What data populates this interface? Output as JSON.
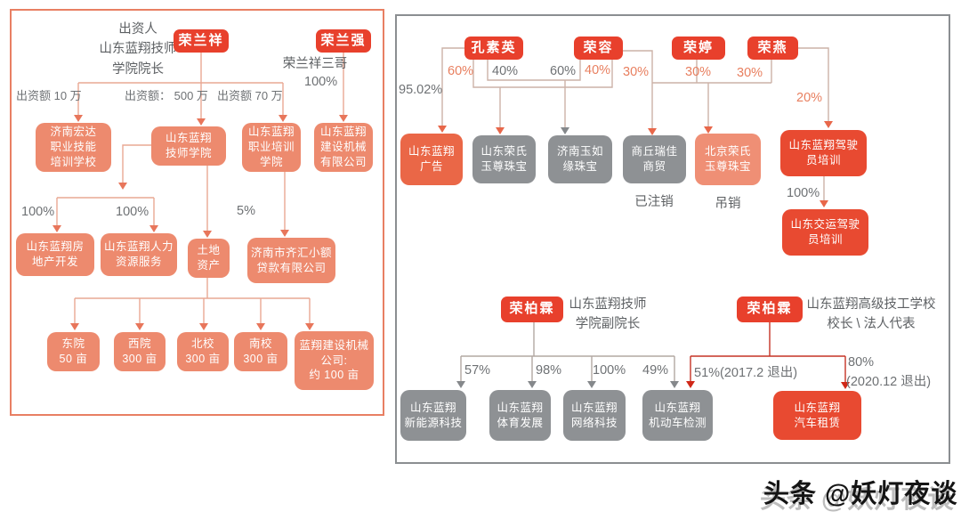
{
  "watermark": "头条 @妖灯夜谈",
  "colors": {
    "person_red": "#e8402c",
    "company_salmon": "#ed8a6e",
    "company_gray": "#8e9194",
    "company_orange": "#ea6747",
    "company_light_salmon": "#ef8f75",
    "company_red": "#e84a31",
    "left_panel_border": "#e87f63",
    "right_panel_border": "#8b8e91",
    "label_orange": "#e87f5f",
    "label_gray": "#6e7174",
    "exit_line_red": "#c53325"
  },
  "left": {
    "note": "出资人\n山东蓝翔技师\n学院院长",
    "p_ronglanxiang": "荣兰祥",
    "p_ronglanqiang": "荣兰强",
    "ronglanqiang_note": "荣兰祥三哥",
    "lbl_100_rlq": "100%",
    "lbl_contrib_10w": "出资额 10 万",
    "lbl_contrib_500w": "出资额： 500 万",
    "lbl_contrib_70w": "出资额 70 万",
    "c_hongda": "济南宏达\n职业技能\n培训学校",
    "c_jishi": "山东蓝翔\n技师学院",
    "c_zhiye": "山东蓝翔\n职业培训\n学院",
    "c_jianshe": "山东蓝翔\n建设机械\n有限公司",
    "lbl_100_a": "100%",
    "lbl_100_b": "100%",
    "lbl_5": "5%",
    "c_fangdichan": "山东蓝翔房\n地产开发",
    "c_renli": "山东蓝翔人力\n资源服务",
    "c_tudi": "土地\n资产",
    "c_qihui": "济南市齐汇小额\n贷款有限公司",
    "c_dongyuan": "东院\n50 亩",
    "c_xiyuan": "西院\n300 亩",
    "c_beixiao": "北校\n300 亩",
    "c_nanxiao": "南校\n300 亩",
    "c_jixie_land": "蓝翔建设机械\n公司:\n约 100 亩"
  },
  "right": {
    "p_kongsuying": "孔素英",
    "p_rongrong": "荣容",
    "p_rongting": "荣婷",
    "p_rongyan": "荣燕",
    "lbl_9502": "95.02%",
    "lbl_60_o": "60%",
    "lbl_40_g": "40%",
    "lbl_60_g": "60%",
    "lbl_40_o": "40%",
    "lbl_30_a": "30%",
    "lbl_30_b": "30%",
    "lbl_30_c": "30%",
    "lbl_20": "20%",
    "c_guanggao": "山东蓝翔\n广告",
    "c_rongshi": "山东荣氏\n玉尊珠宝",
    "c_yuruyuan": "济南玉如\n缘珠宝",
    "c_shangqiu": "商丘瑞佳\n商贸",
    "status_yizhuxiao": "已注销",
    "c_beijing": "北京荣氏\n玉尊珠宝",
    "status_diaoxiao": "吊销",
    "c_jiashiyuan": "山东蓝翔驾驶\n员培训",
    "lbl_100_drv": "100%",
    "c_jiaoyun": "山东交运驾驶\n员培训",
    "p_rongbolin1": "荣柏霖",
    "note_rongbolin1": "山东蓝翔技师\n学院副院长",
    "p_rongbolin2": "荣柏霖",
    "note_rongbolin2": "山东蓝翔高级技工学校\n校长 \\ 法人代表",
    "lbl_57": "57%",
    "lbl_98": "98%",
    "lbl_100_b": "100%",
    "lbl_49": "49%",
    "lbl_51_exit": "51%(2017.2 退出)",
    "lbl_80": "80%",
    "lbl_80_exit": "(2020.12 退出)",
    "c_xinnengyuan": "山东蓝翔\n新能源科技",
    "c_tiyu": "山东蓝翔\n体育发展",
    "c_wangluo": "山东蓝翔\n网络科技",
    "c_jidongche": "山东蓝翔\n机动车检测",
    "c_qiche": "山东蓝翔\n汽车租赁"
  }
}
